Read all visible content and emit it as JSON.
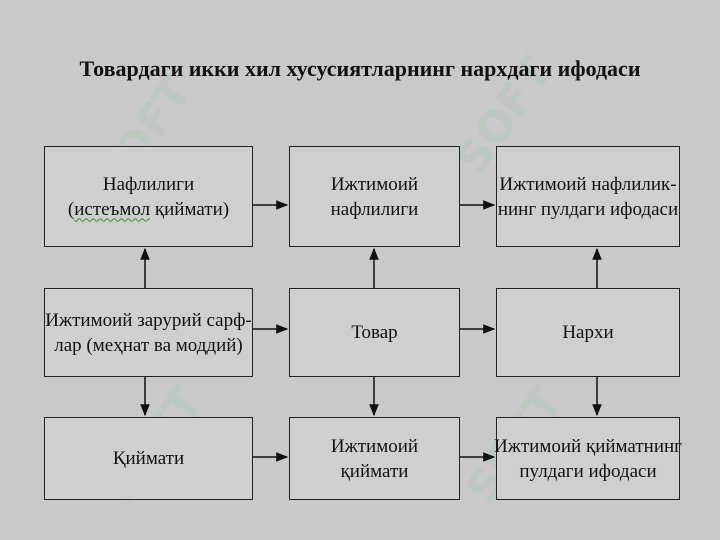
{
  "title": "Товардаги икки хил хусусиятларнинг нархдаги ифодаси",
  "watermark": "SOFT",
  "boxes": {
    "nafliligi": {
      "line1": "Нафлилиги",
      "line2_open": "(",
      "line2_word": "истеъмол",
      "line2_rest": " қиймати)"
    },
    "ijtimoiy_nafliligi": {
      "line1": "Ижтимоий",
      "line2": "нафлилиги"
    },
    "ijtimoiy_naflilik_puldagi": {
      "line1": "Ижтимоий нафлилик-",
      "line2": "нинг пулдаги ифодаси"
    },
    "ijtimoiy_zaruriy": {
      "line1": "Ижтимоий зарурий сарф-",
      "line2": "лар (меҳнат ва моддий)"
    },
    "tovar": {
      "line1": "Товар"
    },
    "narxi": {
      "line1": "Нархи"
    },
    "qiymati": {
      "line1": "Қиймати"
    },
    "ijtimoiy_qiymati": {
      "line1": "Ижтимоий",
      "line2": "қиймати"
    },
    "ijtimoiy_qiymatning_puldagi": {
      "line1": "Ижтимоий қийматнинг",
      "line2": "пулдаги ифодаси"
    }
  },
  "colors": {
    "background": "#c9c9c9",
    "box_fill": "#cfcfcf",
    "stroke": "#222222",
    "watermark": "#50c878"
  }
}
